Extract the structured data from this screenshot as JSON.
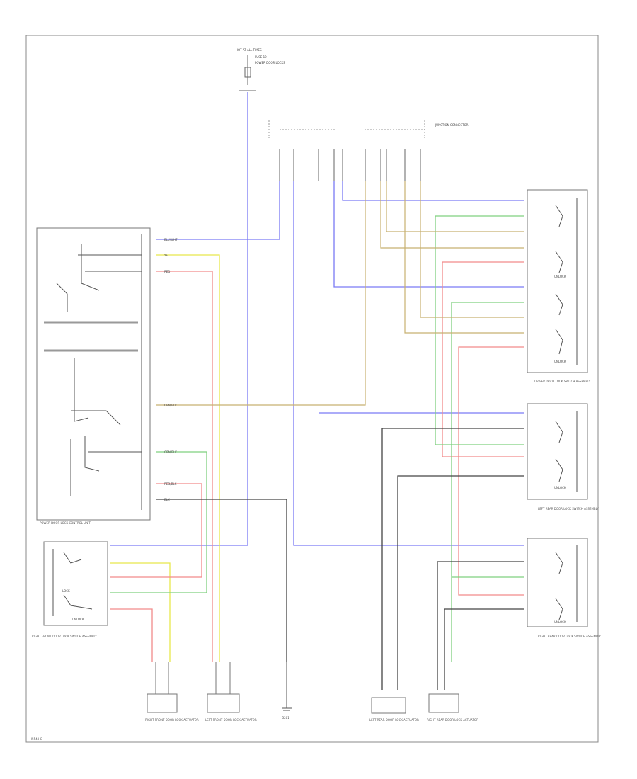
{
  "diagram": {
    "fuse_box_label": "HOT AT ALL TIMES",
    "fuse_label": "FUSE 19",
    "fuse_caption": "POWER DOOR LOCKS",
    "power_door_lock_control_unit_label": "POWER DOOR LOCK CONTROL UNIT",
    "control_unit_pins": [
      "BLU/WHT",
      "YEL",
      "RED",
      "ORN/BLK",
      "GRN/BLK",
      "RED/BLK",
      "BLK"
    ],
    "passenger_switch_label": "RIGHT FRONT DOOR LOCK SWITCH ASSEMBLY",
    "driver_switch_label": "DRIVER DOOR LOCK SWITCH ASSEMBLY",
    "left_rear_switch_label": "LEFT REAR DOOR LOCK SWITCH ASSEMBLY",
    "right_rear_switch_label": "RIGHT REAR DOOR LOCK SWITCH ASSEMBLY",
    "lock_word": "LOCK",
    "unlock_word": "UNLOCK",
    "actuators": [
      "RIGHT FRONT DOOR LOCK ACTUATOR",
      "LEFT FRONT DOOR LOCK ACTUATOR",
      "LEFT REAR DOOR LOCK ACTUATOR",
      "RIGHT REAR DOOR LOCK ACTUATOR"
    ],
    "ground_label": "G201",
    "footer_code": "H5543-C",
    "connector_label": "JUNCTION CONNECTOR"
  }
}
